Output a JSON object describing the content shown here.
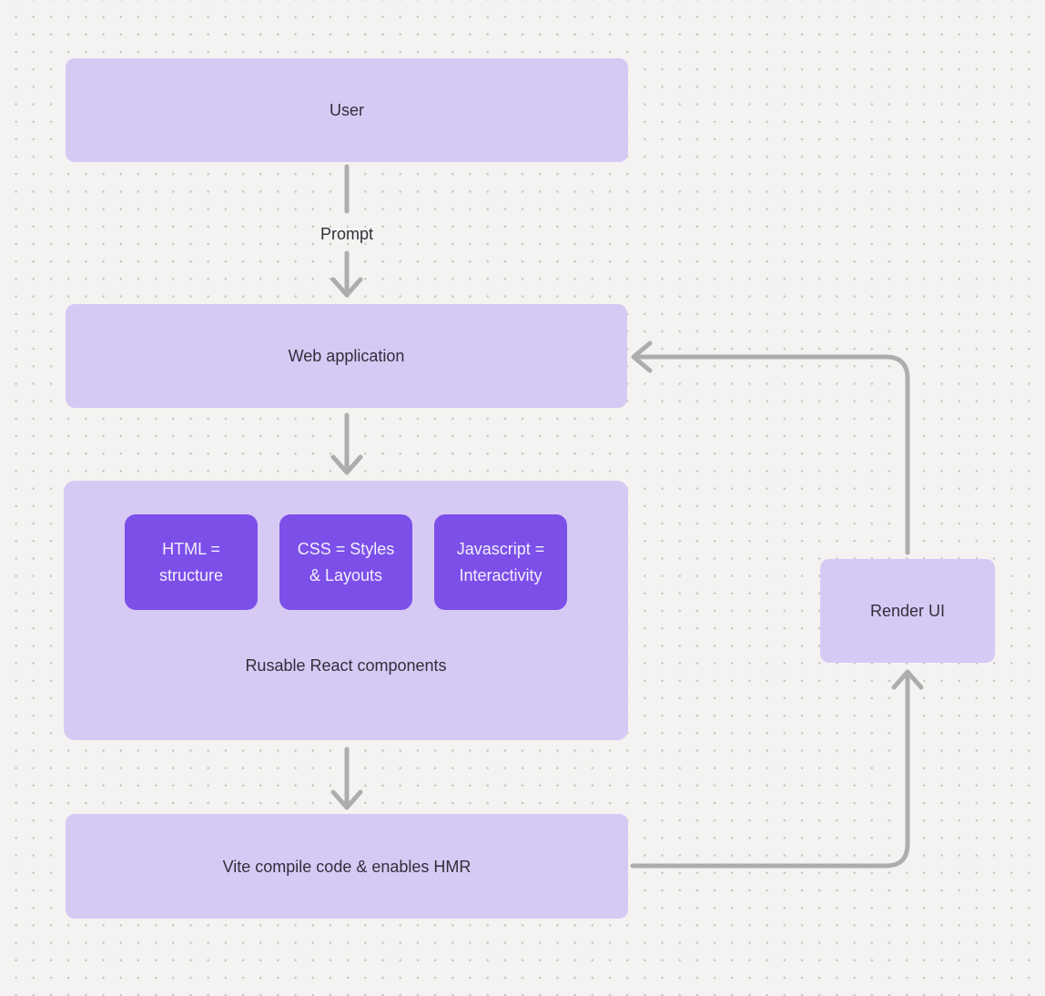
{
  "diagram": {
    "nodes": {
      "user": {
        "label": "User"
      },
      "web_application": {
        "label": "Web application"
      },
      "components_group": {
        "label": "Rusable React components",
        "children": [
          {
            "label": "HTML = structure"
          },
          {
            "label": "CSS = Styles & Layouts"
          },
          {
            "label": "Javascript = Interactivity"
          }
        ]
      },
      "vite": {
        "label": "Vite compile code & enables HMR"
      },
      "render_ui": {
        "label": "Render UI"
      }
    },
    "edges": [
      {
        "from": "user",
        "to": "web_application",
        "label": "Prompt"
      },
      {
        "from": "web_application",
        "to": "components_group",
        "label": ""
      },
      {
        "from": "components_group",
        "to": "vite",
        "label": ""
      },
      {
        "from": "vite",
        "to": "render_ui",
        "label": ""
      },
      {
        "from": "render_ui",
        "to": "web_application",
        "label": ""
      }
    ],
    "colors": {
      "background": "#f4f3f1",
      "dot_grid": "#c7c6c3",
      "node_fill": "#d6caf5",
      "node_text": "#312f3a",
      "child_node_fill": "#7c4fe9",
      "child_node_text": "#f3effd",
      "connector": "#aeadac"
    }
  }
}
